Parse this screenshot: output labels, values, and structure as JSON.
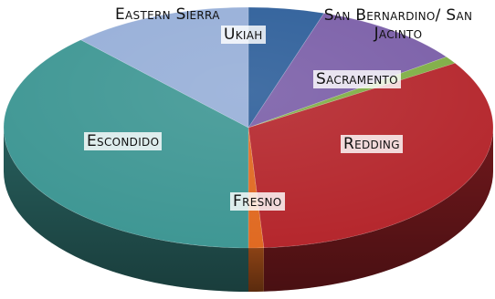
{
  "chart_data": {
    "type": "pie",
    "title": "",
    "slices": [
      {
        "label": "Ukiah",
        "value": 5,
        "color": "#2E5F9A"
      },
      {
        "label": "San Bernardino/ San Jacinto",
        "value": 10,
        "color": "#7B5FA8"
      },
      {
        "label": "Sacramento",
        "value": 1,
        "color": "#7FAE45"
      },
      {
        "label": "Redding",
        "value": 33,
        "color": "#B5272D"
      },
      {
        "label": "Fresno",
        "value": 1,
        "color": "#E06A22"
      },
      {
        "label": "Escondido",
        "value": 38,
        "color": "#3F9794"
      },
      {
        "label": "Eastern Sierra",
        "value": 12,
        "color": "#97AFD8"
      }
    ],
    "legend": "none"
  }
}
